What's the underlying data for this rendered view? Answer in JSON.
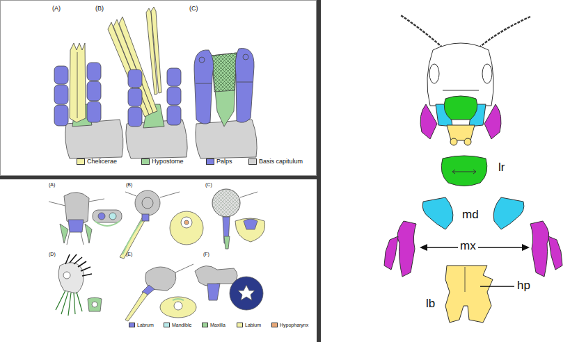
{
  "diagram": {
    "labels": [
      "(A)",
      "(B)",
      "(C)",
      "(A)",
      "(B)",
      "(C)",
      "(D)",
      "(E)",
      "(F)",
      "lr",
      "md",
      "mx",
      "hp",
      "lb"
    ],
    "legend": [
      {
        "text": "Chelicerae",
        "color": "#f3f1a6"
      },
      {
        "text": "Hypostome",
        "color": "#9ed49a"
      },
      {
        "text": "Palps",
        "color": "#7d7fe0"
      },
      {
        "text": "Basis capitulum",
        "color": "#d3d3d3"
      },
      {
        "text": "Labrum",
        "color": "#7d7fe0"
      },
      {
        "text": "Mandible",
        "color": "#b8eaea"
      },
      {
        "text": "Maxilla",
        "color": "#9ed49a"
      },
      {
        "text": "Labium",
        "color": "#f3f1a6"
      },
      {
        "text": "Hypopharynx",
        "color": "#e8a878"
      }
    ]
  }
}
